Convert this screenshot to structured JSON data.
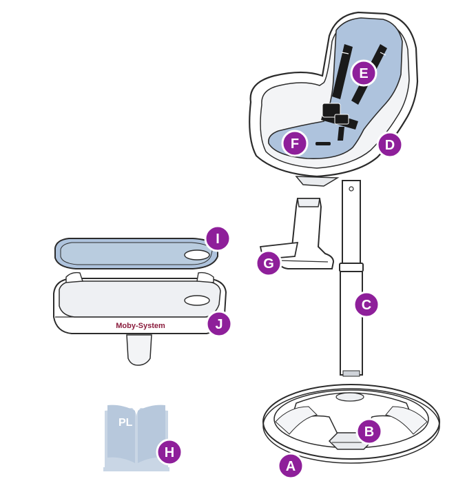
{
  "colors": {
    "badge_fill": "#8e1f9a",
    "badge_ring": "#ffffff",
    "badge_text": "#ffffff",
    "outline": "#2b2b2b",
    "body_fill": "#ffffff",
    "soft_shade": "#eef0f3",
    "padding_blue": "#aec3dd",
    "strap": "#1a1a1a",
    "brand_text": "#8a1b3c",
    "manual_blue": "#b7c8dc"
  },
  "labels": {
    "A": "A",
    "B": "B",
    "C": "C",
    "D": "D",
    "E": "E",
    "F": "F",
    "G": "G",
    "H": "H",
    "I": "I",
    "J": "J"
  },
  "tray": {
    "brand": "Moby-System"
  },
  "manual": {
    "language": "PL",
    "icon": "open-book-icon"
  }
}
